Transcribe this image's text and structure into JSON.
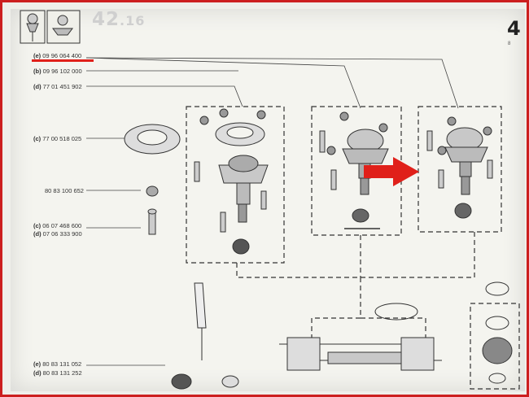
{
  "header": {
    "page_number": "42",
    "page_sub": ".16",
    "corner_number": "4",
    "corner_sub": "8"
  },
  "callouts": [
    {
      "letter": "(e)",
      "part": "09 96 064 400"
    },
    {
      "letter": "(b)",
      "part": "09 96 102 000"
    },
    {
      "letter": "(d)",
      "part": "77 01 451 902"
    },
    {
      "letter": "(c)",
      "part": "77 00 518 025"
    },
    {
      "letter": "",
      "part": "80 83 100 652"
    },
    {
      "letter": "(c)",
      "part": "06 07 468 600"
    },
    {
      "letter": "(d)",
      "part": "07 06 333 900"
    },
    {
      "letter": "(e)",
      "part": "80 83 131 052"
    },
    {
      "letter": "(d)",
      "part": "80 83 131 252"
    }
  ],
  "colors": {
    "highlight_red": "#e0201a",
    "ink": "#333333",
    "paper": "#f4f4ef"
  },
  "icons": [
    "ball-joint-icon",
    "arrow-right-icon"
  ]
}
